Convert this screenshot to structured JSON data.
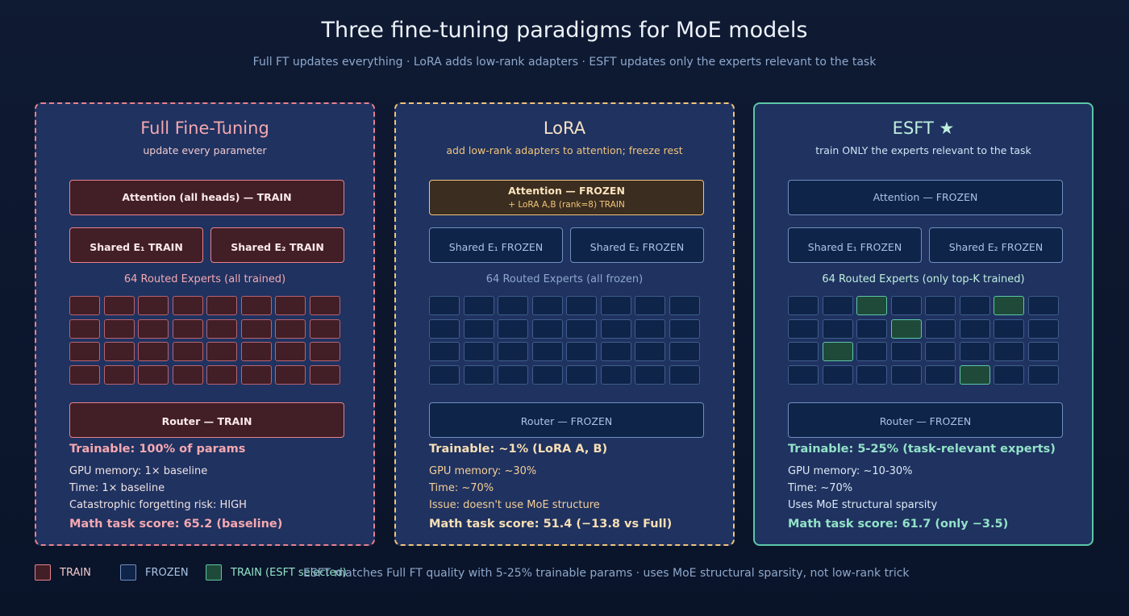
{
  "title": "Three fine-tuning paradigms for MoE models",
  "subtitle": "Full FT updates everything · LoRA adds low-rank adapters · ESFT updates only the experts relevant to the task",
  "colors": {
    "train": "#e8828c",
    "frozen": "#6f8fbd",
    "lora": "#f2c47a",
    "esft": "#5cc7a6",
    "background": "#0f1a33",
    "panel": "#1f3260"
  },
  "panels": {
    "full": {
      "title": "Full Fine-Tuning",
      "desc": "update every parameter",
      "attention": "Attention (all heads) — TRAIN",
      "shared1": "Shared E₁ TRAIN",
      "shared2": "Shared E₂ TRAIN",
      "routed": "64 Routed Experts (all trained)",
      "router": "Router — TRAIN",
      "trainable": "Trainable: 100% of params",
      "stat1": "GPU memory: 1× baseline",
      "stat2": "Time: 1× baseline",
      "stat3": "Catastrophic forgetting risk: HIGH",
      "score": "Math task score: 65.2 (baseline)"
    },
    "lora": {
      "title": "LoRA",
      "desc": "add low-rank adapters to attention; freeze rest",
      "attention": "Attention — FROZEN",
      "attention_sub": "+ LoRA A,B (rank=8) TRAIN",
      "shared1": "Shared E₁ FROZEN",
      "shared2": "Shared E₂ FROZEN",
      "routed": "64 Routed Experts (all frozen)",
      "router": "Router — FROZEN",
      "trainable": "Trainable: ~1% (LoRA A, B)",
      "stat1": "GPU memory: ~30%",
      "stat2": "Time: ~70%",
      "stat3": "Issue: doesn't use MoE structure",
      "score": "Math task score: 51.4 (−13.8 vs Full)"
    },
    "esft": {
      "title": "ESFT ★",
      "desc": "train ONLY the experts relevant to the task",
      "attention": "Attention — FROZEN",
      "shared1": "Shared E₁ FROZEN",
      "shared2": "Shared E₂ FROZEN",
      "routed": "64 Routed Experts (only top-K trained)",
      "router": "Router — FROZEN",
      "trainable": "Trainable: 5-25% (task-relevant experts)",
      "stat1": "GPU memory: ~10-30%",
      "stat2": "Time: ~70%",
      "stat3": "Uses MoE structural sparsity",
      "score": "Math task score: 61.7 (only −3.5)",
      "selected_experts": [
        [
          0,
          2
        ],
        [
          0,
          6
        ],
        [
          1,
          3
        ],
        [
          2,
          1
        ],
        [
          3,
          5
        ]
      ]
    }
  },
  "expert_grid": {
    "rows": 4,
    "cols": 8
  },
  "legend": {
    "train": "TRAIN",
    "frozen": "FROZEN",
    "esft": "TRAIN (ESFT selected)"
  },
  "footer": "ESFT matches Full FT quality with 5-25% trainable params · uses MoE structural sparsity, not low-rank trick"
}
